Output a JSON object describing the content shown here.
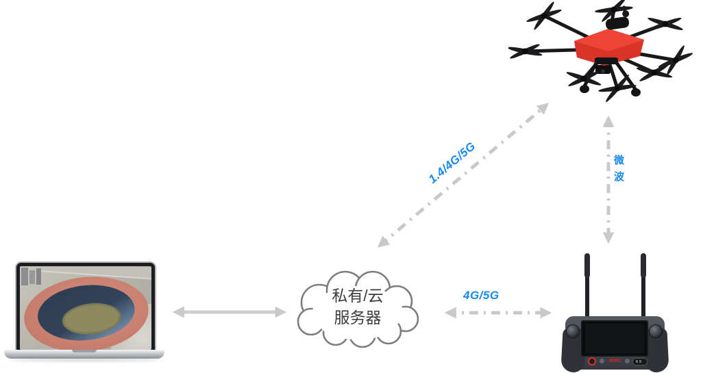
{
  "diagram_title": "drone-cloud-network-architecture",
  "colors": {
    "accent_blue": "#1788f0",
    "arrow_gray": "#c9c9c9",
    "drone_red": "#e23a2c",
    "cloud_stroke": "#7d7d7d",
    "cloud_text": "#3c3c3c",
    "controller_brand_red": "#e01f1f"
  },
  "cloud": {
    "line1": "私有/云",
    "line2": "服务器"
  },
  "links": {
    "laptop_cloud": {
      "style": "solid",
      "label": ""
    },
    "cloud_controller": {
      "style": "dash-dot",
      "label": "4G/5G"
    },
    "cloud_drone": {
      "style": "dash-dot",
      "label": "1.4/4G/5G"
    },
    "drone_controller": {
      "style": "dash-dot",
      "label": "微波"
    }
  },
  "controller": {
    "brand": "MMC"
  }
}
